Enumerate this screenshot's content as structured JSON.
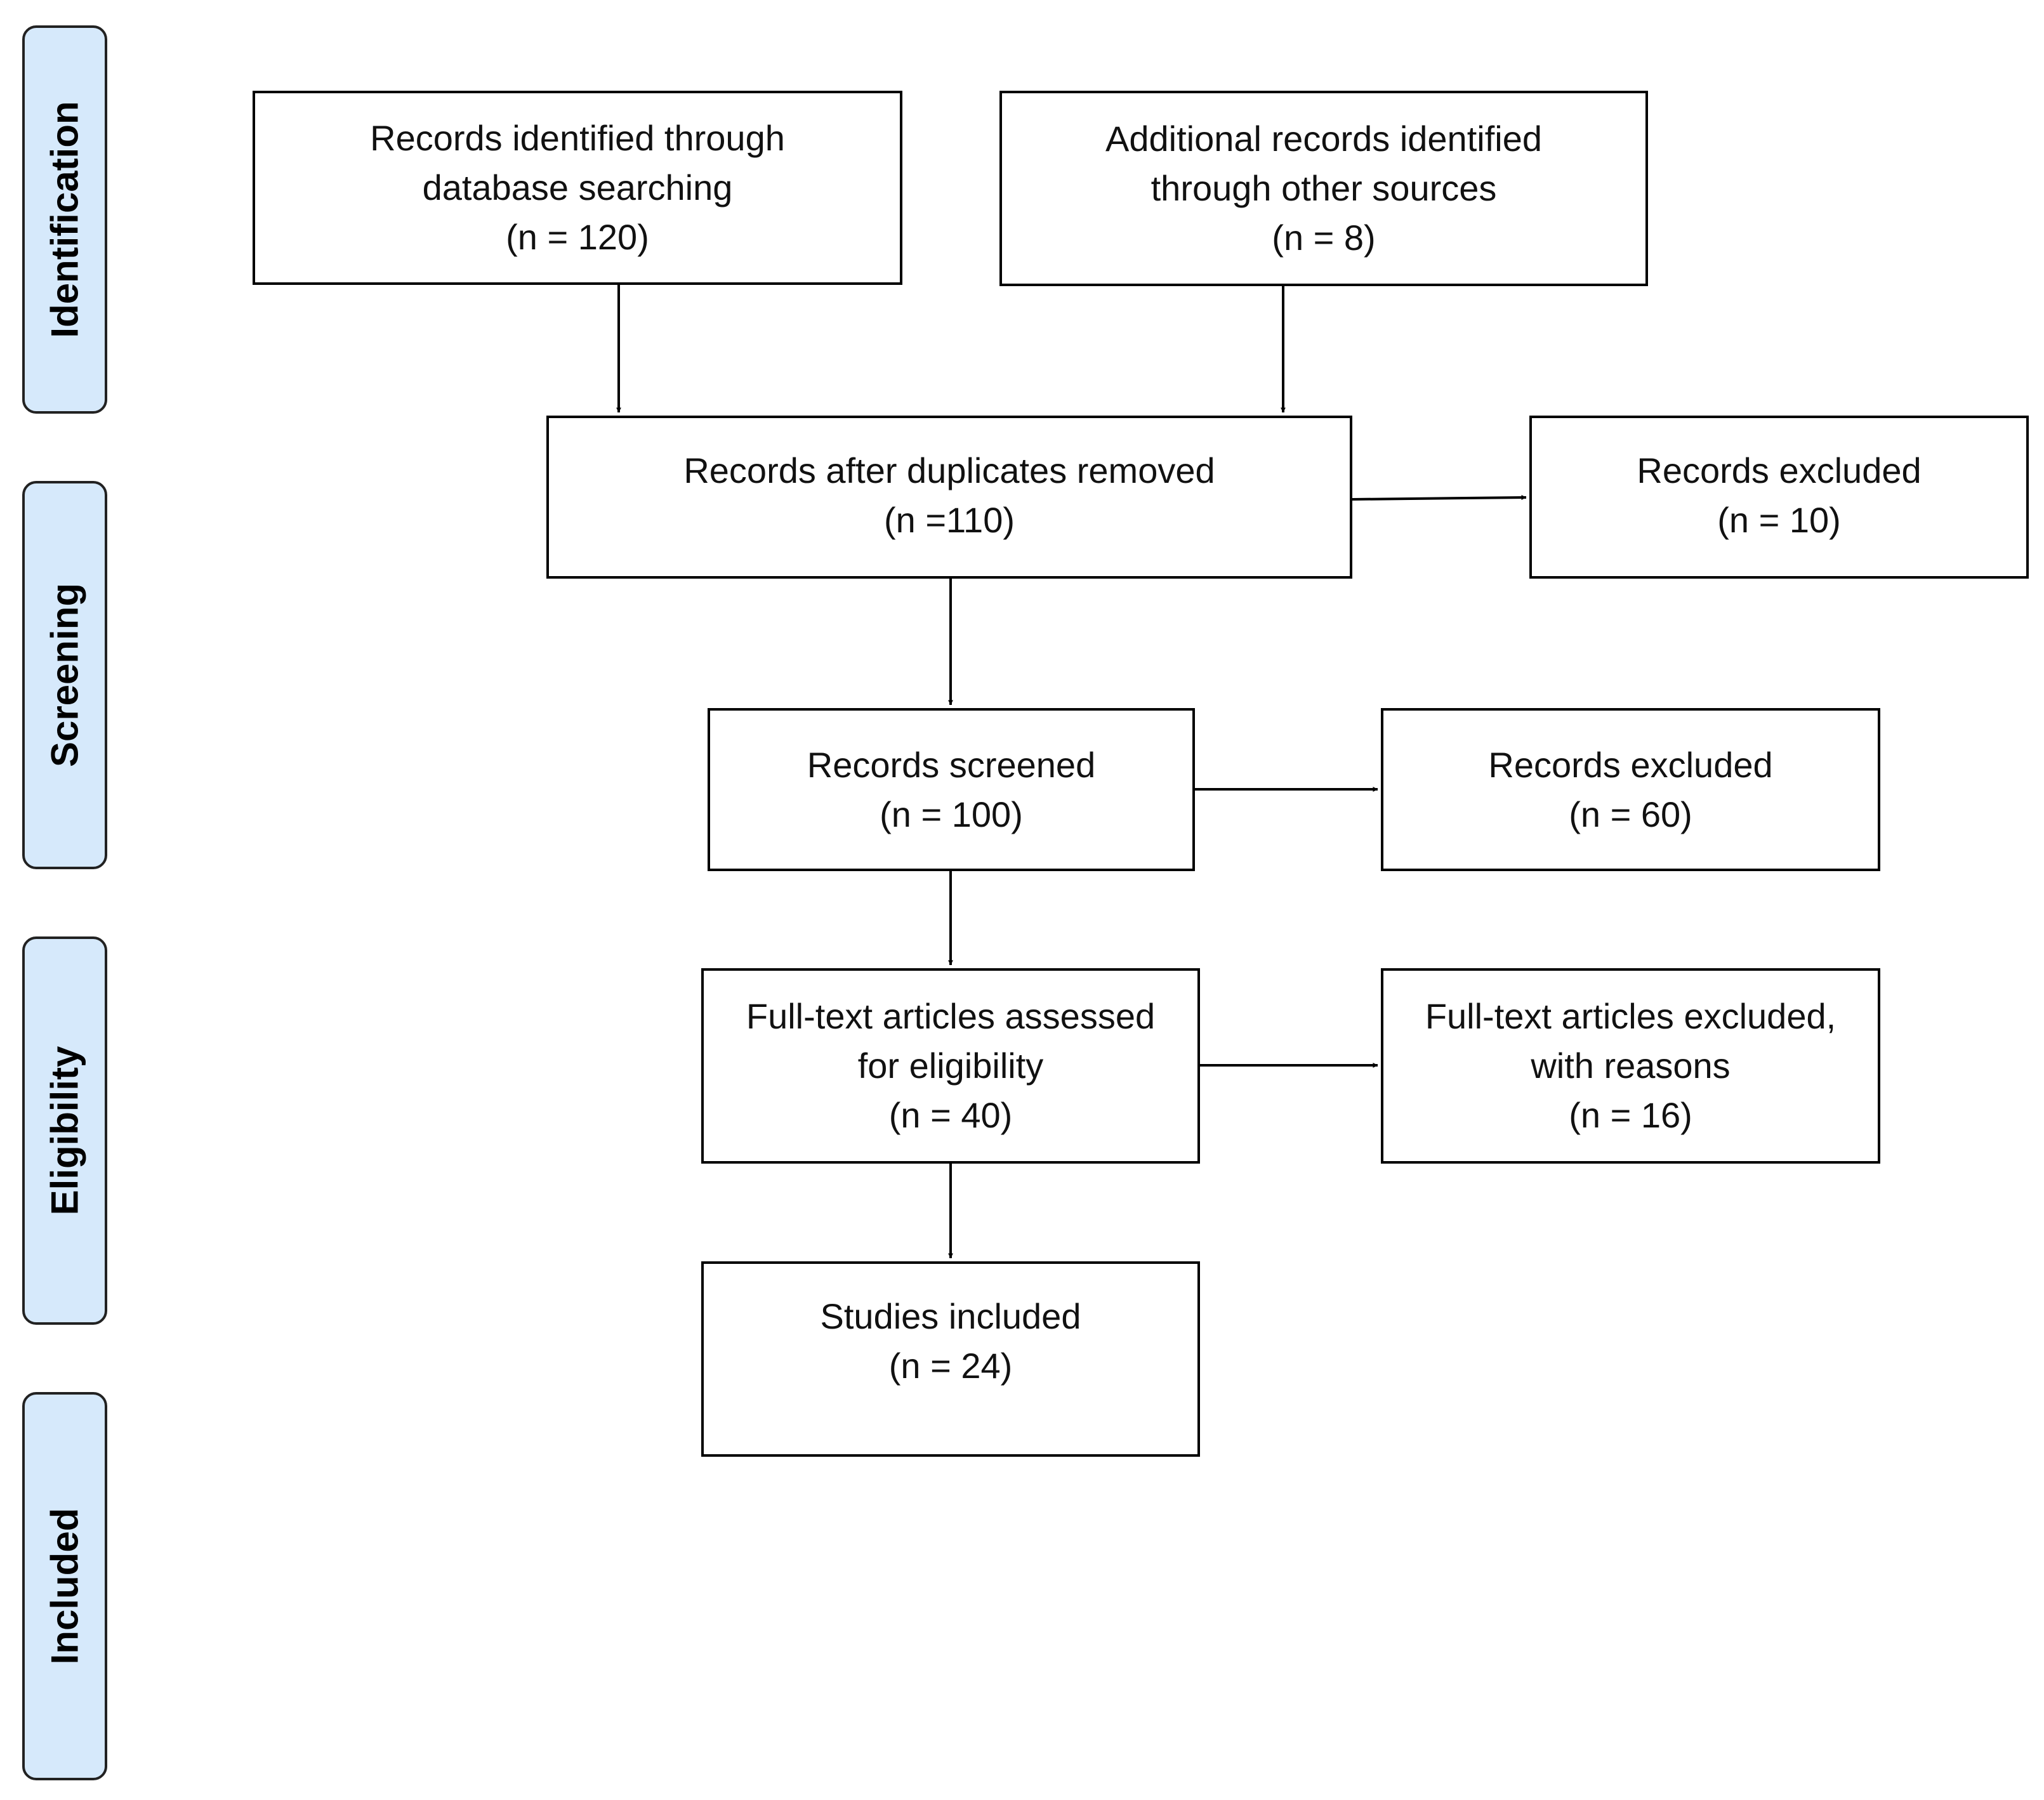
{
  "phases": {
    "identification": "Identification",
    "screening": "Screening",
    "eligibility": "Eligibility",
    "included": "Included"
  },
  "boxes": {
    "database_search": {
      "line1": "Records identified through",
      "line2": "database searching",
      "count": "(n = 120)"
    },
    "other_sources": {
      "line1": "Additional records identified",
      "line2": "through other sources",
      "count": "(n = 8)"
    },
    "duplicates_removed": {
      "line1": "Records after duplicates removed",
      "count": "(n =110)"
    },
    "excluded_duplicates": {
      "line1": "Records excluded",
      "count": "(n = 10)"
    },
    "screened": {
      "line1": "Records screened",
      "count": "(n = 100)"
    },
    "excluded_screening": {
      "line1": "Records excluded",
      "count": "(n = 60)"
    },
    "full_text": {
      "line1": "Full-text articles assessed",
      "line2": "for eligibility",
      "count": "(n = 40)"
    },
    "full_text_excluded": {
      "line1": "Full-text articles excluded,",
      "line2": "with reasons",
      "count": "(n = 16)"
    },
    "included": {
      "line1": "Studies included",
      "count": "(n = 24)"
    }
  },
  "colors": {
    "phase_fill": "#d6e9fb",
    "border": "#000000",
    "arrow": "#000000"
  }
}
